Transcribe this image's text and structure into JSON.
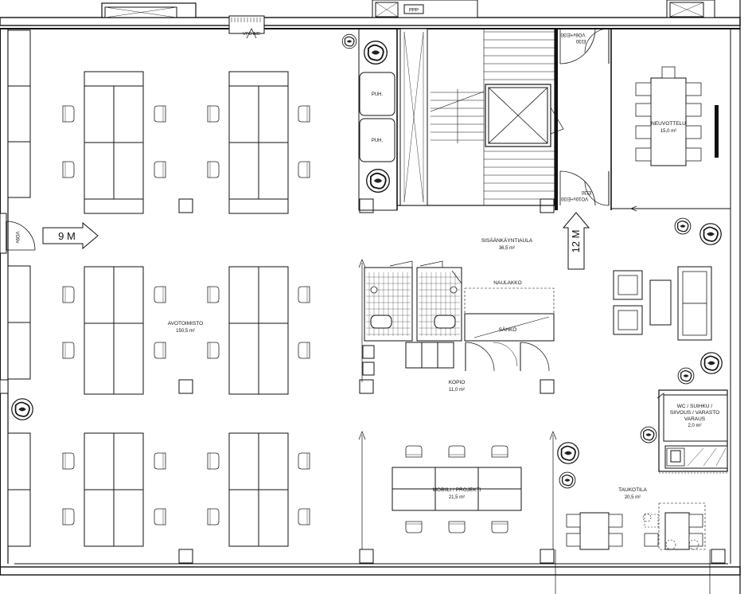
{
  "rooms": {
    "avotoimisto": {
      "name": "AVOTOIMISTO",
      "area": "150,5 m²"
    },
    "neuvottelu": {
      "name": "NEUVOTTELU",
      "area": "15,0 m²"
    },
    "sisaankaynti": {
      "name": "SISÄÄNKÄYNTIAULA",
      "area": "36,5 m²"
    },
    "kopio": {
      "name": "KOPIO",
      "area": "11,0 m²"
    },
    "mobiili": {
      "name": "MOBIILI / PROJEKTI",
      "area": "21,5 m²"
    },
    "wc": {
      "line1": "WC / SUIHKU /",
      "line2": "SIIVOUS / VARASTO",
      "line3": "VARAUS",
      "area": "2,0 m²"
    },
    "taukotila": {
      "name": "TAUKOTILA",
      "area": "20,5 m²"
    }
  },
  "labels": {
    "naulakko": "NAULAKKO",
    "sahko": "SÄHKÖ",
    "puh1": "PUH.",
    "puh2": "PUH.",
    "ppp": "PPP",
    "vpo": "VPO A/B",
    "vo_top": "VO6v+EI30",
    "ei_top": "EI30",
    "vo_bottom": "VO10v+EI30",
    "ei_bottom": "EI30",
    "vo_left": "VO9v"
  },
  "dimensions": {
    "horizontal": "9 M",
    "vertical": "12 M"
  }
}
